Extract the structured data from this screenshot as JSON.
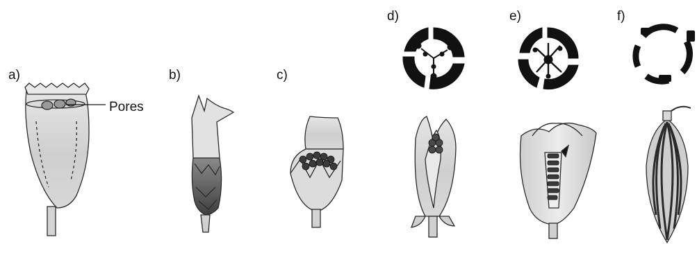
{
  "labels": {
    "a": "a)",
    "b": "b)",
    "c": "c)",
    "d": "d)",
    "e": "e)",
    "f": "f)"
  },
  "annotation": {
    "pores": "Pores"
  },
  "colors": {
    "outline": "#2a2a2a",
    "capsule_fill": "#d9d9d9",
    "capsule_shade": "#bcbcbc",
    "dark_fill": "#555555",
    "seed": "#3a3a3a",
    "section_ink": "#111111"
  }
}
